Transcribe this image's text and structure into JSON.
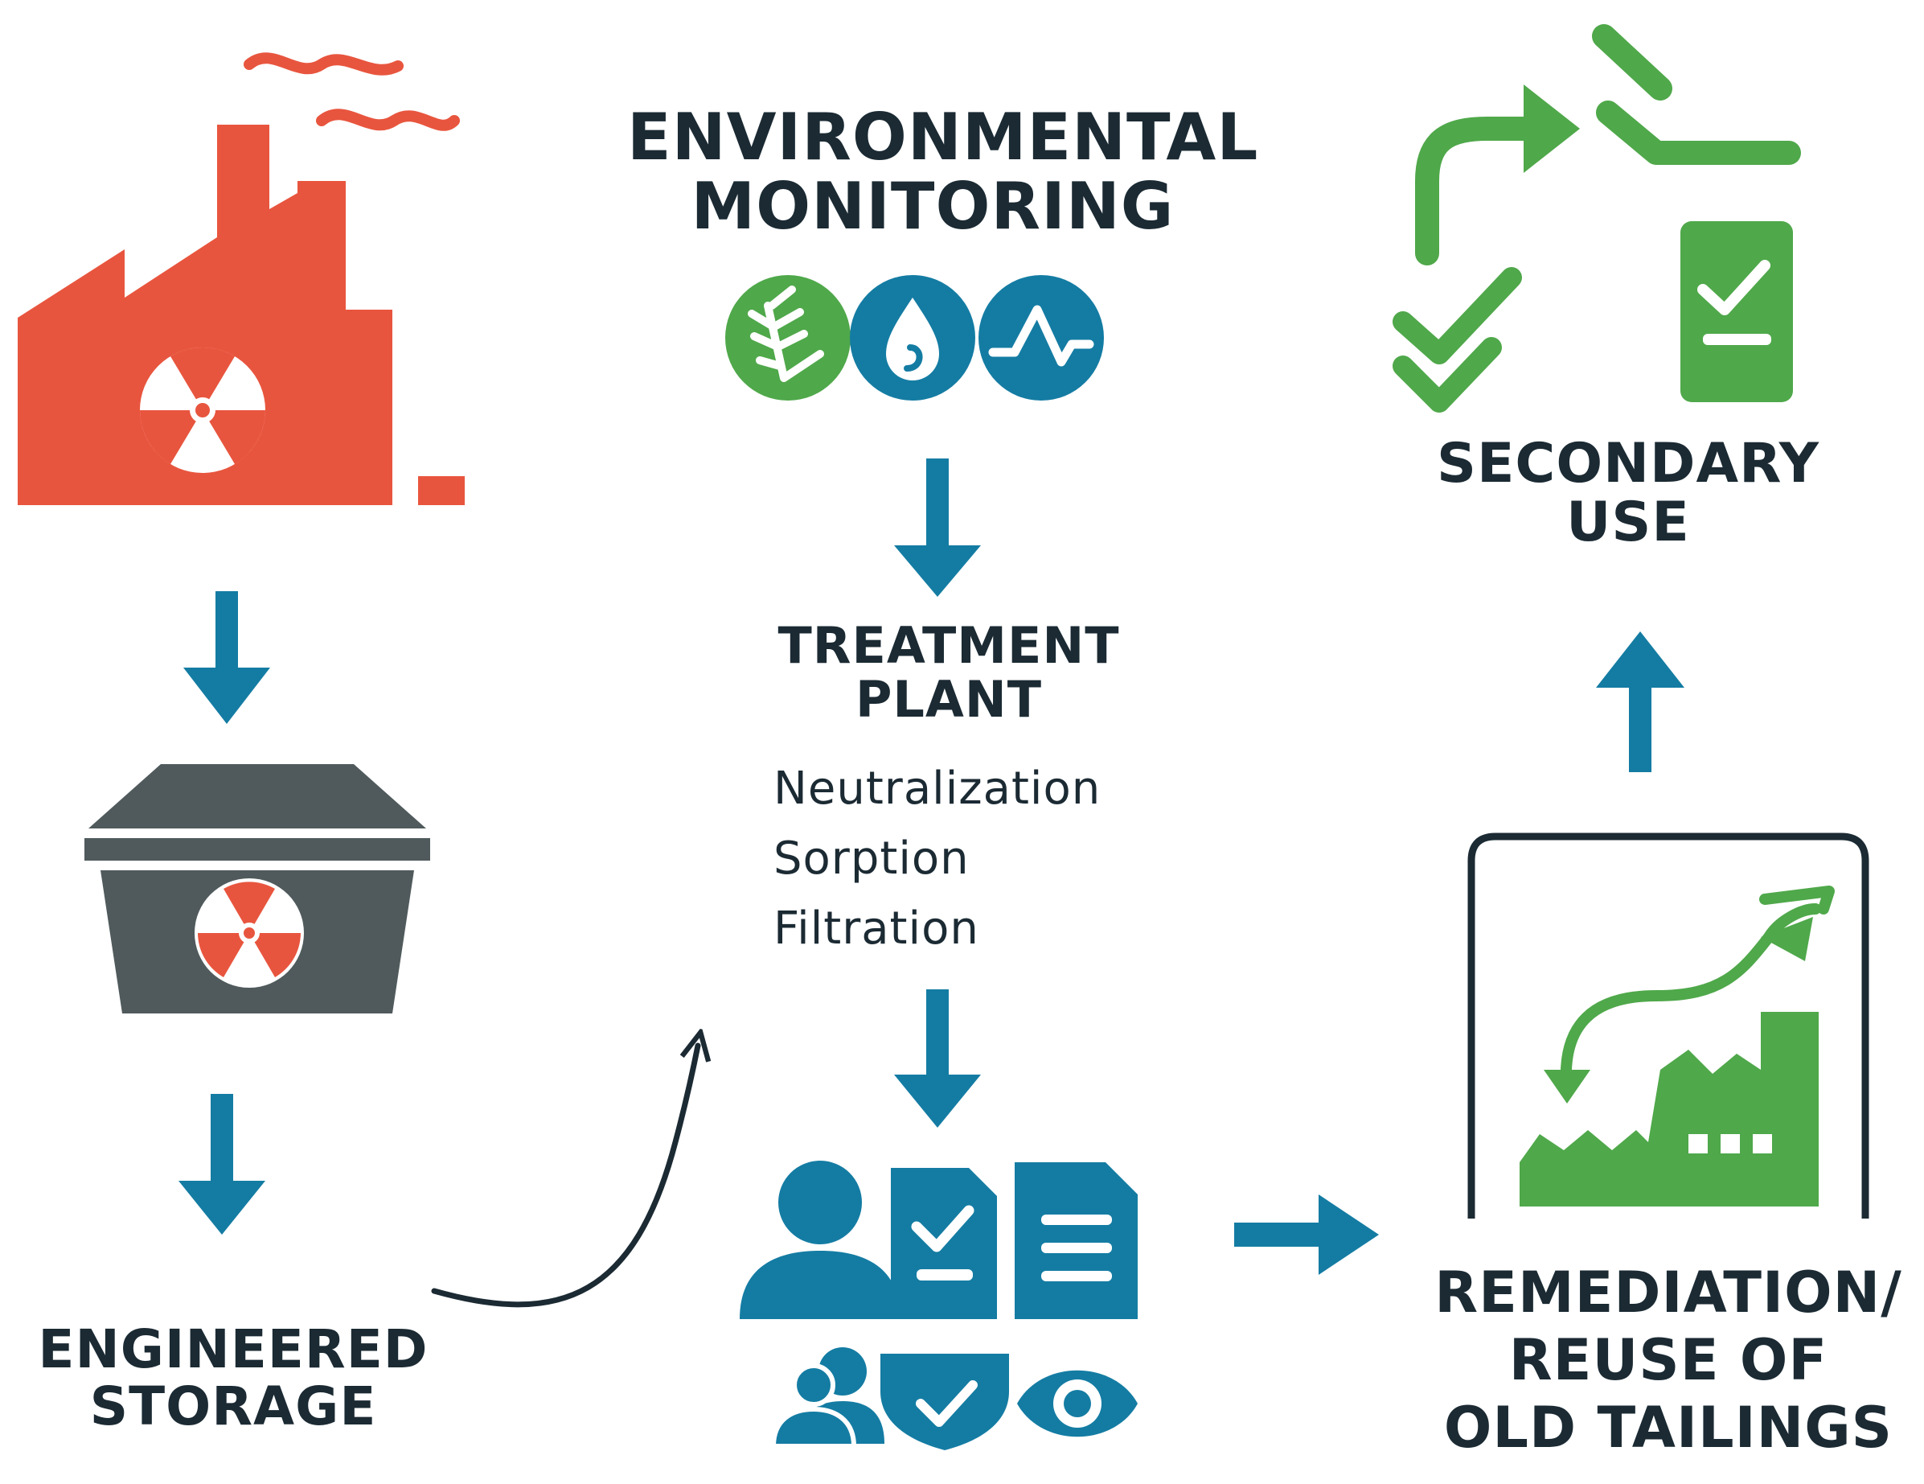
{
  "labels": {
    "monitoring": [
      "ENVIRONMENTAL",
      "MONITORING"
    ],
    "treatment": [
      "TREATMENT",
      "PLANT"
    ],
    "treatment_steps": [
      "Neutralization",
      "Sorption",
      "Filtration"
    ],
    "storage": [
      "ENGINEERED",
      "STORAGE"
    ],
    "secondary": [
      "SECONDARY",
      "USE"
    ],
    "remediation": [
      "REMEDIATION/",
      "REUSE OF",
      "OLD TAILINGS"
    ]
  },
  "icons": {
    "factory": "radioactive-factory-icon",
    "container": "radioactive-container-icon",
    "monitoring": [
      "plant-leaf-icon",
      "water-drop-icon",
      "pulse-wave-icon"
    ],
    "reporting": [
      "person-icon",
      "checklist-document-icon",
      "text-document-icon",
      "group-icon",
      "shield-check-icon",
      "eye-icon"
    ],
    "secondary": [
      "curved-arrow-icon",
      "double-check-icon",
      "checklist-card-icon"
    ],
    "remediation": [
      "green-factory-growth-icon"
    ]
  },
  "colors": {
    "red": "#e8553e",
    "blue": "#147ca3",
    "green": "#4fa84a",
    "dark_gray": "#505a5c",
    "text": "#1b2a33"
  }
}
